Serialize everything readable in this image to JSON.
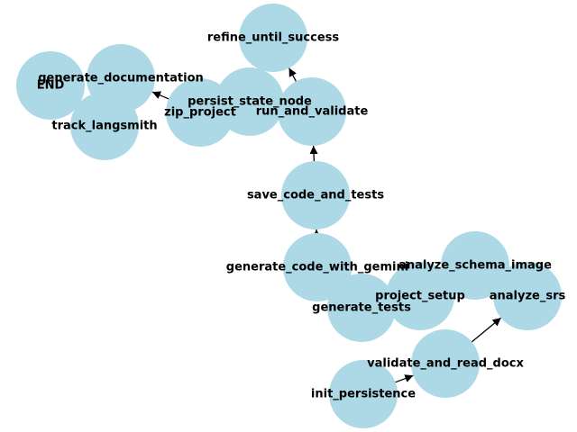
{
  "graph": {
    "node_color": "#add8e6",
    "edge_color": "#000000",
    "nodes": [
      {
        "id": "init_persistence",
        "label": "init_persistence"
      },
      {
        "id": "validate_and_read_docx",
        "label": "validate_and_read_docx"
      },
      {
        "id": "analyze_srs",
        "label": "analyze_srs"
      },
      {
        "id": "analyze_schema_image",
        "label": "analyze_schema_image"
      },
      {
        "id": "project_setup",
        "label": "project_setup"
      },
      {
        "id": "generate_tests",
        "label": "generate_tests"
      },
      {
        "id": "generate_code_with_gemini",
        "label": "generate_code_with_gemini"
      },
      {
        "id": "save_code_and_tests",
        "label": "save_code_and_tests"
      },
      {
        "id": "run_and_validate",
        "label": "run_and_validate"
      },
      {
        "id": "refine_until_success",
        "label": "refine_until_success"
      },
      {
        "id": "persist_state_node",
        "label": "persist_state_node"
      },
      {
        "id": "zip_project",
        "label": "zip_project"
      },
      {
        "id": "generate_documentation",
        "label": "generate_documentation"
      },
      {
        "id": "track_langsmith",
        "label": "track_langsmith"
      },
      {
        "id": "END",
        "label": "END"
      }
    ],
    "edges": [
      {
        "from": "init_persistence",
        "to": "validate_and_read_docx"
      },
      {
        "from": "validate_and_read_docx",
        "to": "analyze_srs"
      },
      {
        "from": "analyze_srs",
        "to": "analyze_schema_image"
      },
      {
        "from": "analyze_schema_image",
        "to": "project_setup"
      },
      {
        "from": "project_setup",
        "to": "generate_tests"
      },
      {
        "from": "generate_tests",
        "to": "generate_code_with_gemini"
      },
      {
        "from": "generate_code_with_gemini",
        "to": "save_code_and_tests"
      },
      {
        "from": "save_code_and_tests",
        "to": "run_and_validate"
      },
      {
        "from": "run_and_validate",
        "to": "refine_until_success"
      },
      {
        "from": "run_and_validate",
        "to": "persist_state_node"
      },
      {
        "from": "persist_state_node",
        "to": "zip_project"
      },
      {
        "from": "zip_project",
        "to": "generate_documentation"
      },
      {
        "from": "generate_documentation",
        "to": "track_langsmith"
      },
      {
        "from": "track_langsmith",
        "to": "END"
      }
    ]
  }
}
